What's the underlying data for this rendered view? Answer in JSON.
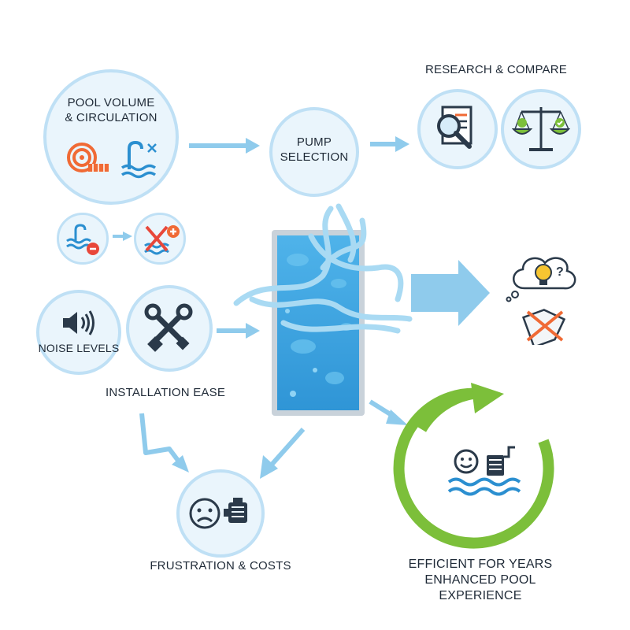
{
  "nodes": {
    "pool_volume": {
      "line1": "POOL VOLUME",
      "line2": "& CIRCULATION"
    },
    "pump_selection": {
      "line1": "PUMP",
      "line2": "SELECTION"
    },
    "research": {
      "label": "RESEARCH & COMPARE"
    },
    "noise": {
      "label": "NOISE LEVELS"
    },
    "installation": {
      "label": "INSTALLATION EASE"
    },
    "frustration": {
      "label": "FRUSTRATION & COSTS"
    },
    "outcome": {
      "line1": "EFFICIENT FOR YEARS",
      "line2": "ENHANCED POOL EXPERIENCE"
    }
  },
  "icons": [
    "hose-reel-icon",
    "pool-ladder-icon",
    "magnifier-document-icon",
    "balance-scale-icon",
    "pool-minus-icon",
    "pool-cross-icon",
    "speaker-icon",
    "wrench-screwdriver-icon",
    "lightbulb-thought-icon",
    "crossed-tag-icon",
    "sad-face-icon",
    "pump-motor-icon",
    "happy-swimmer-icon",
    "cycle-arrow-icon"
  ],
  "colors": {
    "circle_fill": "#eaf5fc",
    "circle_border": "#bfe0f5",
    "arrow": "#8fcbec",
    "pool_water": "#3fa6e0",
    "accent_orange": "#f06a35",
    "accent_green": "#7cbf3a",
    "dark_icon": "#2b3a4a"
  }
}
